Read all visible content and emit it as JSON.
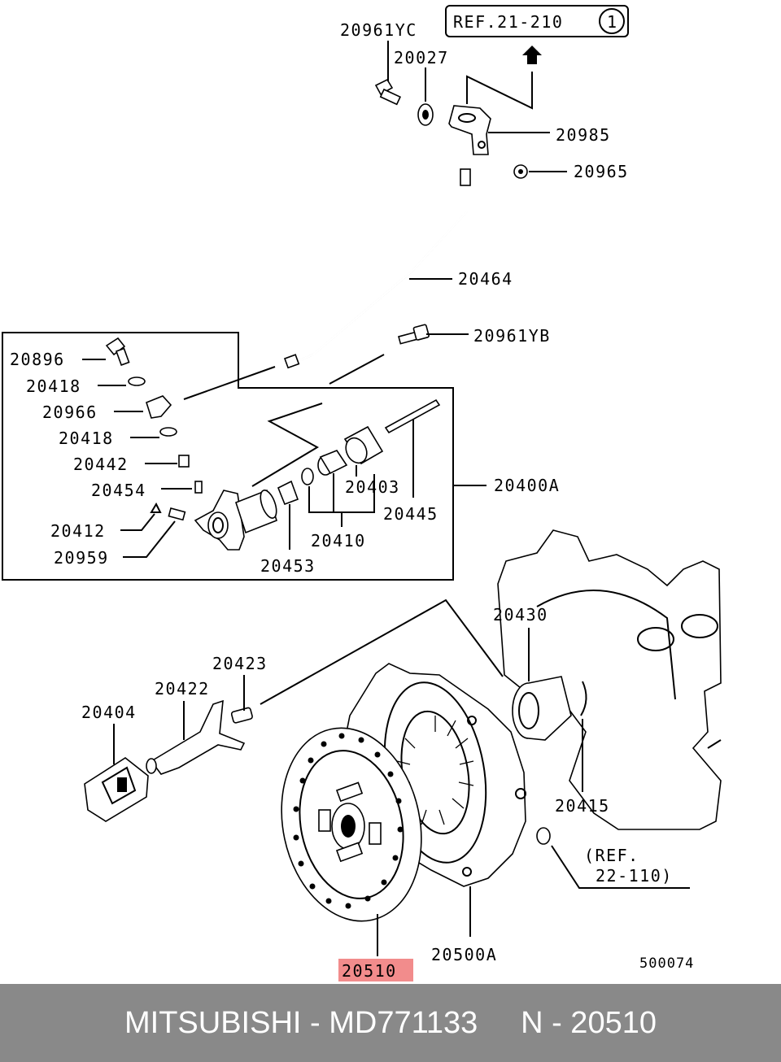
{
  "diagram": {
    "ref_top": "REF.21-210",
    "ref_top_circle": "1",
    "ref_side_line1": "(REF.",
    "ref_side_line2": "22-110)",
    "figure_code": "500074",
    "labels": {
      "p20961YC": "20961YC",
      "p20027": "20027",
      "p20985": "20985",
      "p20965": "20965",
      "p20464": "20464",
      "p20961YB": "20961YB",
      "p20896": "20896",
      "p20418a": "20418",
      "p20966": "20966",
      "p20418b": "20418",
      "p20442": "20442",
      "p20454": "20454",
      "p20412": "20412",
      "p20959": "20959",
      "p20453": "20453",
      "p20410": "20410",
      "p20403": "20403",
      "p20445": "20445",
      "p20400A": "20400A",
      "p20430": "20430",
      "p20423": "20423",
      "p20422": "20422",
      "p20404": "20404",
      "p20415": "20415",
      "p20500A": "20500A",
      "p20510": "20510"
    },
    "highlight_color": "#f28c8c"
  },
  "footer": {
    "text": "MITSUBISHI - MD771133     N - 20510"
  }
}
